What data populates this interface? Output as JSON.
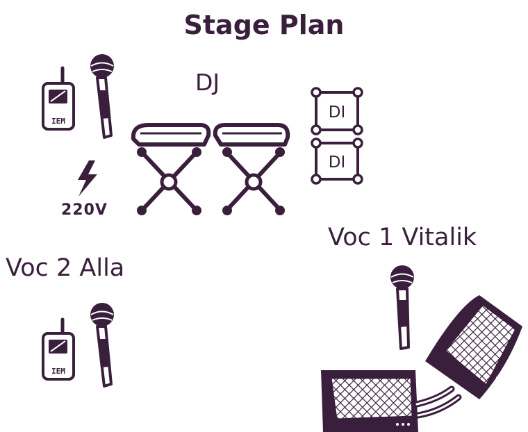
{
  "title": "Stage Plan",
  "dj_label": "DJ",
  "power_label": "220V",
  "voc1_label": "Voc 1 Vitalik",
  "voc2_label": "Voc 2 Alla",
  "di_labels": [
    "DI",
    "DI"
  ],
  "iem_labels": [
    "IEM",
    "IEM"
  ],
  "colors": {
    "ink": "#3a1f3d",
    "background": "#ffffff"
  },
  "icons": [
    "iem-transmitter-icon",
    "microphone-icon",
    "lightning-icon",
    "di-box-icon",
    "dj-table-stand-icon",
    "wedge-monitor-icon"
  ]
}
